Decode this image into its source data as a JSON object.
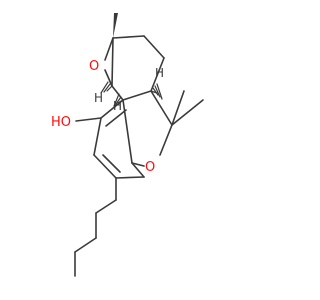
{
  "molecule": {
    "atoms": {
      "epoxide_oxygen": "O",
      "hydroxyl": "HO",
      "ring_oxygen": "O",
      "stereo_h_1": "H",
      "stereo_h_2": "H",
      "stereo_h_3": "H"
    },
    "colors": {
      "bond": "#3a3a3a",
      "oxygen": "#ff0d0d",
      "background": "#ffffff"
    }
  }
}
